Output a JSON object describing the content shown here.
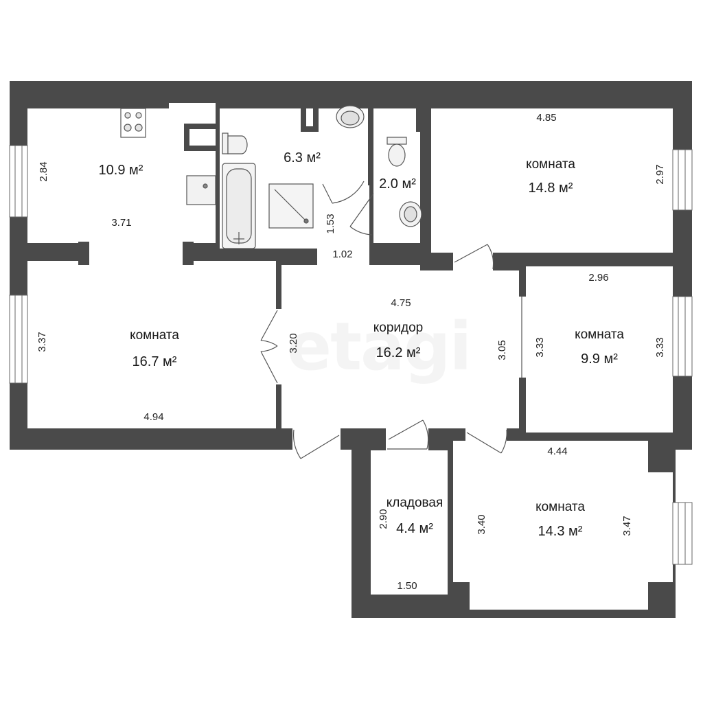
{
  "watermark": "etagi",
  "colors": {
    "wall": "#4a4a4a",
    "floor": "#ffffff",
    "fixture_stroke": "#555555",
    "fixture_fill": "#e4e4e4"
  },
  "rooms": [
    {
      "id": "kitchen",
      "name": "",
      "area": "10.9 м²"
    },
    {
      "id": "bathroom",
      "name": "",
      "area": "6.3 м²"
    },
    {
      "id": "wc",
      "name": "",
      "area": "2.0 м²"
    },
    {
      "id": "room-ne",
      "name": "комната",
      "area": "14.8 м²"
    },
    {
      "id": "room-w",
      "name": "комната",
      "area": "16.7 м²"
    },
    {
      "id": "corridor",
      "name": "коридор",
      "area": "16.2 м²"
    },
    {
      "id": "room-e",
      "name": "комната",
      "area": "9.9 м²"
    },
    {
      "id": "storage",
      "name": "кладовая",
      "area": "4.4 м²"
    },
    {
      "id": "room-se",
      "name": "комната",
      "area": "14.3 м²"
    }
  ],
  "dimensions": [
    "2.84",
    "3.71",
    "1.53",
    "1.02",
    "4.85",
    "2.97",
    "3.37",
    "4.94",
    "4.75",
    "3.20",
    "3.05",
    "2.96",
    "3.33",
    "3.33",
    "4.44",
    "2.90",
    "1.50",
    "3.40",
    "3.47"
  ],
  "icons": [
    "stove-icon",
    "sink-icon",
    "toilet-icon",
    "washbasin-icon",
    "bathtub-icon",
    "shower-icon",
    "door-icon",
    "window-icon"
  ]
}
